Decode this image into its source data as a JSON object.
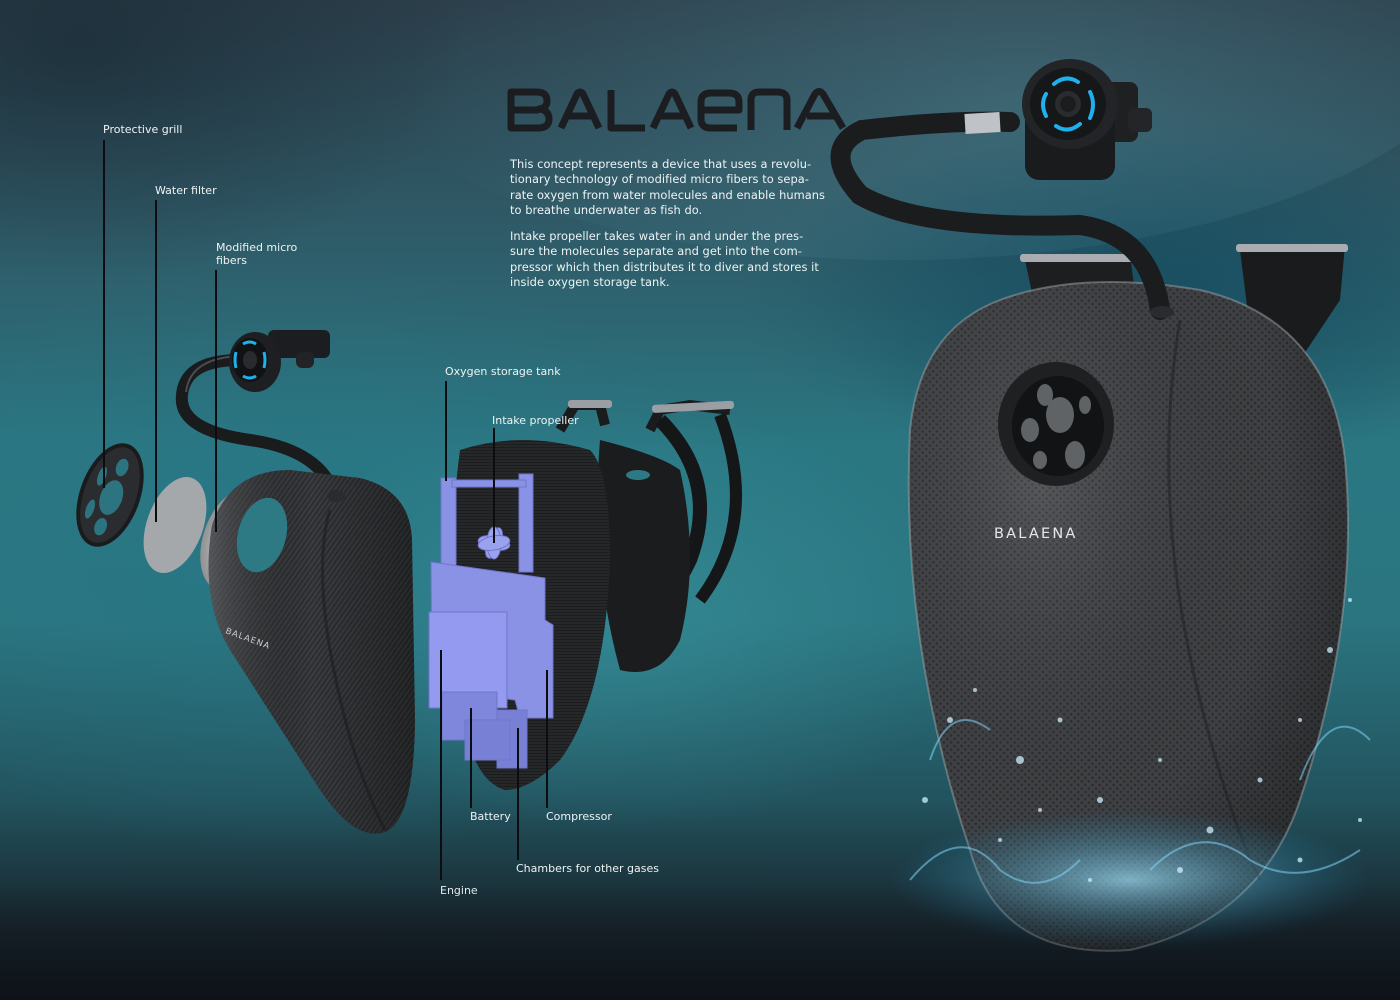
{
  "poster": {
    "title": "BALAENA",
    "description": [
      "This concept represents a device that uses a revolu-tionary technology of modified micro fibers to sepa-rate oxygen from water molecules and enable humans to breathe underwater as fish do.",
      "Intake propeller takes water in and under the pres-sure the molecules separate and get into the com-pressor which then distributes it to diver and stores it inside oxygen storage tank."
    ],
    "brand_mark_on_device": "BALAENA"
  },
  "exploded_view": {
    "labels": [
      {
        "id": "protective-grill",
        "text": "Protective grill"
      },
      {
        "id": "water-filter",
        "text": "Water filter"
      },
      {
        "id": "modified-micro-fibers",
        "text": "Modified micro fibers"
      }
    ]
  },
  "internal_view": {
    "labels": [
      {
        "id": "oxygen-storage-tank",
        "text": "Oxygen storage tank"
      },
      {
        "id": "intake-propeller",
        "text": "Intake propeller"
      },
      {
        "id": "battery",
        "text": "Battery"
      },
      {
        "id": "compressor",
        "text": "Compressor"
      },
      {
        "id": "chambers-for-other-gases",
        "text": "Chambers for other gases"
      },
      {
        "id": "engine",
        "text": "Engine"
      }
    ]
  },
  "colors": {
    "background_top": "#2c3f4b",
    "background_mid": "#2a7782",
    "background_bottom": "#121820",
    "device_shell": "#3a3c3f",
    "component_highlight": "#8a92e6",
    "accent_led": "#1fb0ee",
    "label_text": "#eef3f4",
    "leader_line": "#0b0d10"
  }
}
